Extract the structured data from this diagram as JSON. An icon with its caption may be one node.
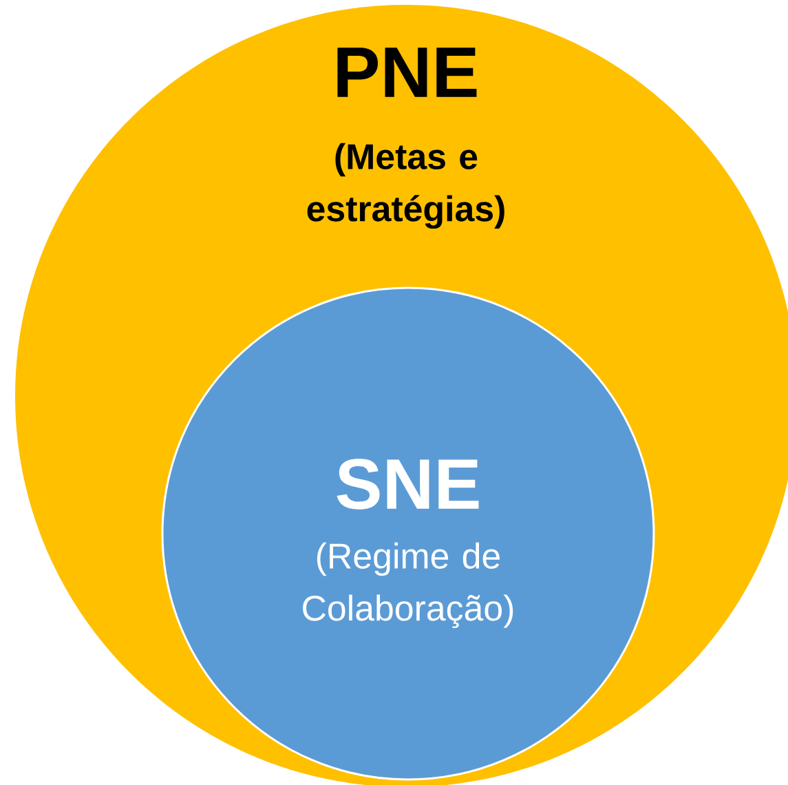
{
  "diagram": {
    "nodes": [
      {
        "text": [
          "PNE",
          "(Metas e estratégias)"
        ]
      },
      {
        "text": [
          "SNE",
          "(Regime de Colaboração)"
        ],
        "in": 0
      }
    ]
  }
}
